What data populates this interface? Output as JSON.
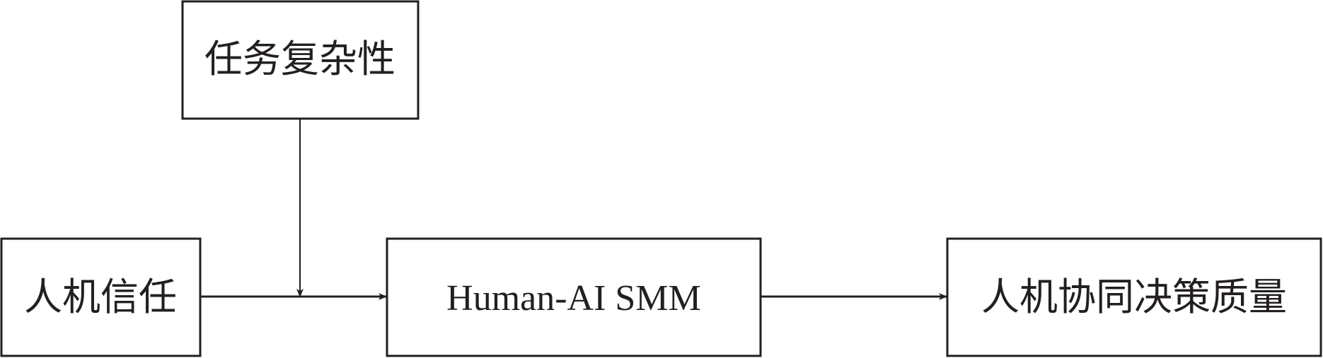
{
  "nodes": {
    "moderator": "任务复杂性",
    "input": "人机信任",
    "mediator": "Human-AI SMM",
    "output": "人机协同决策质量"
  },
  "colors": {
    "stroke": "#231f20",
    "background": "#ffffff"
  }
}
